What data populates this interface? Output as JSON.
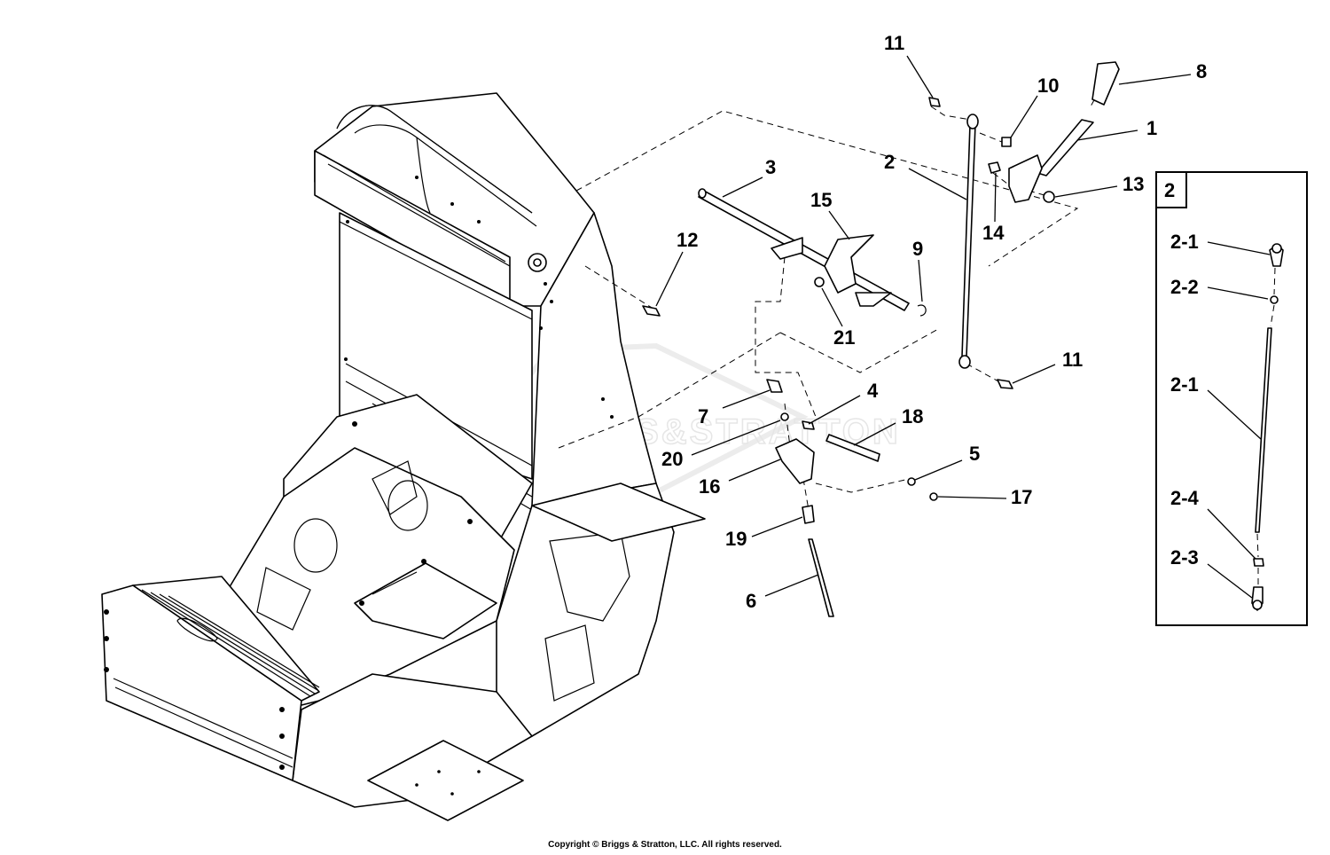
{
  "watermark": "BRIGGS&STRATTON",
  "copyright": "Copyright © Briggs & Stratton, LLC. All rights reserved.",
  "inset": {
    "header": "2",
    "callouts": [
      "2-1",
      "2-2",
      "2-1",
      "2-4",
      "2-3"
    ]
  },
  "callouts": [
    "11",
    "10",
    "8",
    "1",
    "2",
    "13",
    "14",
    "3",
    "15",
    "9",
    "12",
    "21",
    "11",
    "4",
    "18",
    "7",
    "20",
    "16",
    "5",
    "17",
    "19",
    "6"
  ]
}
